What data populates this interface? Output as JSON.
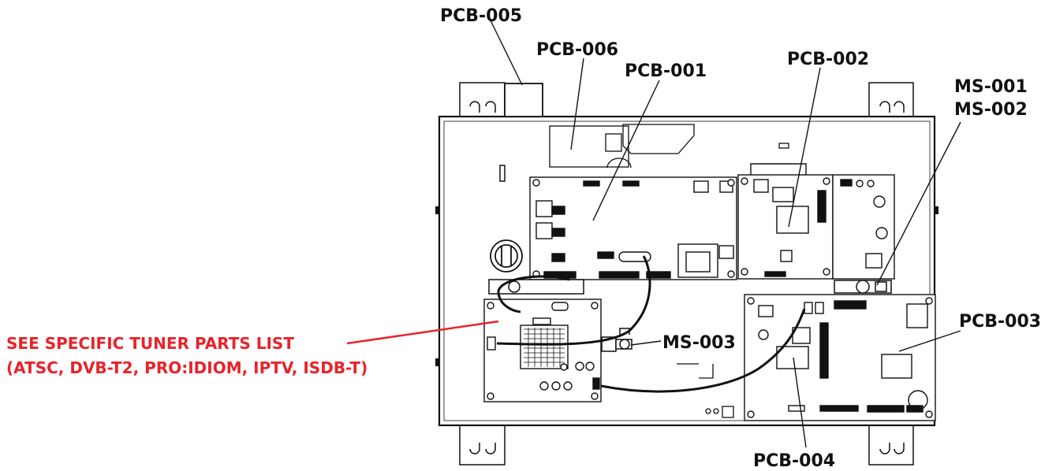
{
  "labels": {
    "pcb_005": "PCB-005",
    "pcb_006": "PCB-006",
    "pcb_001": "PCB-001",
    "pcb_002": "PCB-002",
    "ms_001": "MS-001",
    "ms_002": "MS-002",
    "ms_003": "MS-003",
    "pcb_003": "PCB-003",
    "pcb_004": "PCB-004"
  },
  "tuner_note": {
    "line1": "SEE SPECIFIC TUNER PARTS LIST",
    "line2": "(ATSC, DVB-T2, PRO:IDIOM, IPTV, ISDB-T)"
  },
  "colors": {
    "ink": "#111111",
    "note": "#e8232a",
    "background": "#ffffff"
  }
}
